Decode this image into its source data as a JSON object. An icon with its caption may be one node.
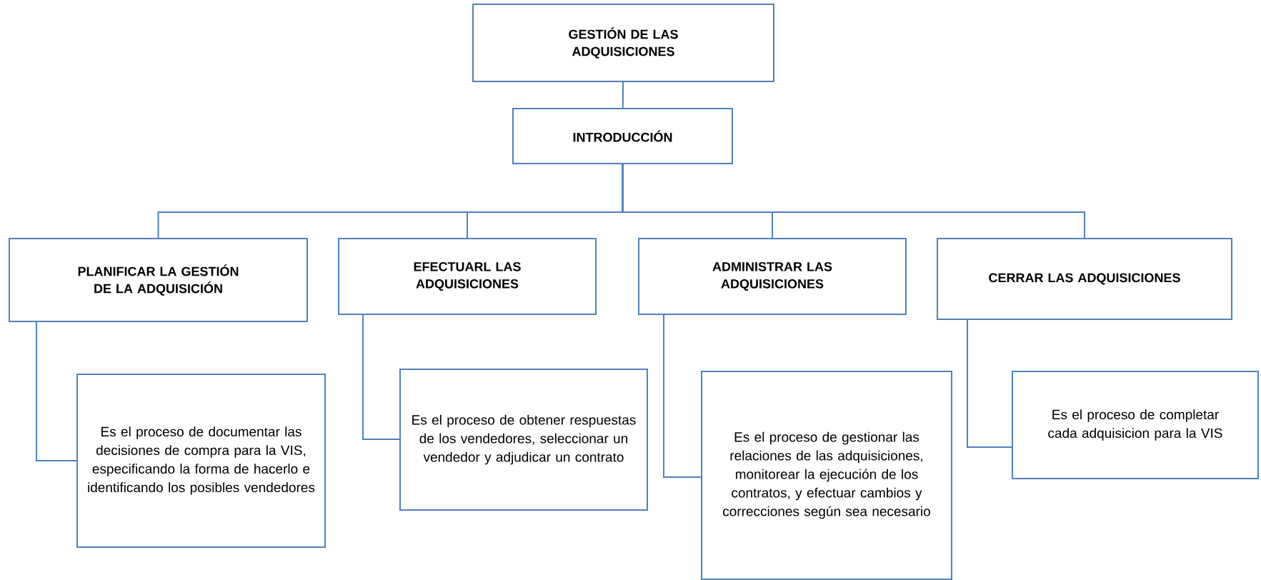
{
  "diagram": {
    "nodes": [
      {
        "text": [
          "GESTIÓN DE LAS ADQUISICIONES"
        ]
      },
      {
        "text": [
          "INTRODUCCIÓN"
        ]
      },
      {
        "text": [
          "PLANIFICAR LA GESTIÓN DE LA ADQUISICIÓN"
        ]
      },
      {
        "text": [
          "EFECTUARL LAS ADQUISICIONES"
        ]
      },
      {
        "text": [
          "ADMINISTRAR LAS ADQUISICIONES"
        ]
      },
      {
        "text": [
          "CERRAR LAS ADQUISICIONES"
        ]
      },
      {
        "text": [
          "Es el proceso de documentar las decisiones de compra para la VIS, especificando la forma de hacerlo e identificando los posibles vendedores"
        ]
      },
      {
        "text": [
          "Es el proceso de obtener respuestas de los vendedores, seleccionar un vendedor y adjudicar un contrato"
        ]
      },
      {
        "text": [
          "Es el proceso de gestionar las relaciones de las adquisiciones, monitorear la ejecución de los contratos, y efectuar cambios y correcciones según sea necesario"
        ]
      },
      {
        "text": [
          "Es el proceso de completar cada adquisicion para la VIS"
        ]
      }
    ],
    "edges": [
      {
        "from": 0,
        "to": 1,
        "arrow": "none"
      },
      {
        "from": 1,
        "to": 2,
        "arrow": "none"
      },
      {
        "from": 1,
        "to": 3,
        "arrow": "none"
      },
      {
        "from": 1,
        "to": 4,
        "arrow": "none"
      },
      {
        "from": 1,
        "to": 5,
        "arrow": "none"
      },
      {
        "from": 2,
        "to": 6,
        "arrow": "none"
      },
      {
        "from": 3,
        "to": 7,
        "arrow": "none"
      },
      {
        "from": 4,
        "to": 8,
        "arrow": "none"
      },
      {
        "from": 5,
        "to": 9,
        "arrow": "none"
      }
    ]
  }
}
